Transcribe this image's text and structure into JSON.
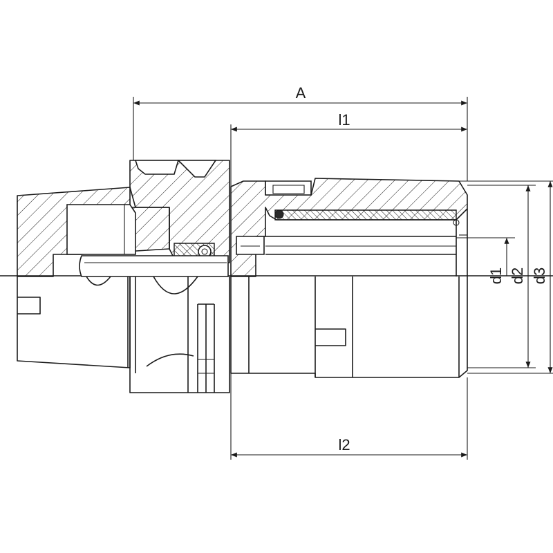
{
  "dimensions": {
    "A": "A",
    "l1": "l1",
    "l2": "l2",
    "d1": "d1",
    "d2": "d2",
    "d3": "d3"
  }
}
